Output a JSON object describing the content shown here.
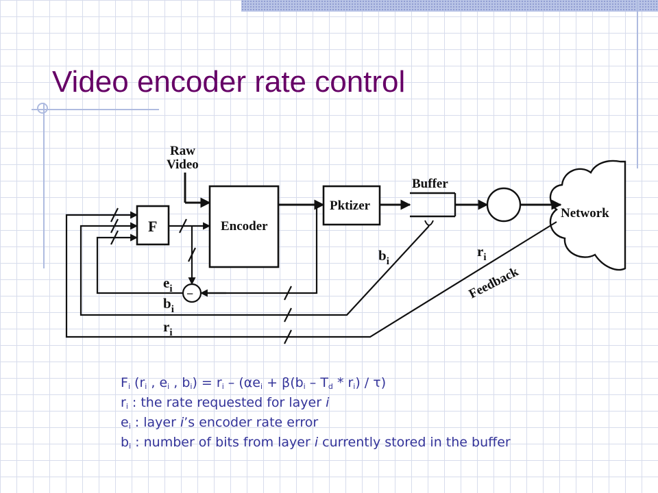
{
  "slide": {
    "title": "Video encoder rate control"
  },
  "diagram": {
    "input_label_line1": "Raw",
    "input_label_line2": "Video",
    "filter_label": "F",
    "encoder_label": "Encoder",
    "packetizer_label": "Pktizer",
    "buffer_label": "Buffer",
    "network_label": "Network",
    "subtract_symbol": "−",
    "e_label": "e",
    "b_label": "b",
    "r_label": "r",
    "subscript_i": "i",
    "feedback_label": "Feedback"
  },
  "legend": {
    "formula": {
      "F": "F",
      "sub_i": "i",
      "open": " (r",
      "comma_e": " , e",
      "comma_b": " , b",
      "eq": ") = r",
      "minus_open": " – (",
      "alpha": "α",
      "e": "e",
      "plus_beta": " + ",
      "beta": "β",
      "b_paren": "(b",
      "minus_T": " – T",
      "sub_d": "d",
      "times_r": " * r",
      "div": ") / ",
      "tau": "τ",
      "close": ")"
    },
    "r_def": {
      "sym": "r",
      "sub": "i",
      "text": " : the rate requested for layer ",
      "var": "i"
    },
    "e_def": {
      "sym": "e",
      "sub": "i",
      "text1": " : layer ",
      "var": "i",
      "text2": "’s encoder rate error"
    },
    "b_def": {
      "sym": "b",
      "sub": "i",
      "text1": " : number of bits from layer ",
      "var": "i",
      "text2": " currently stored in the buffer"
    }
  }
}
